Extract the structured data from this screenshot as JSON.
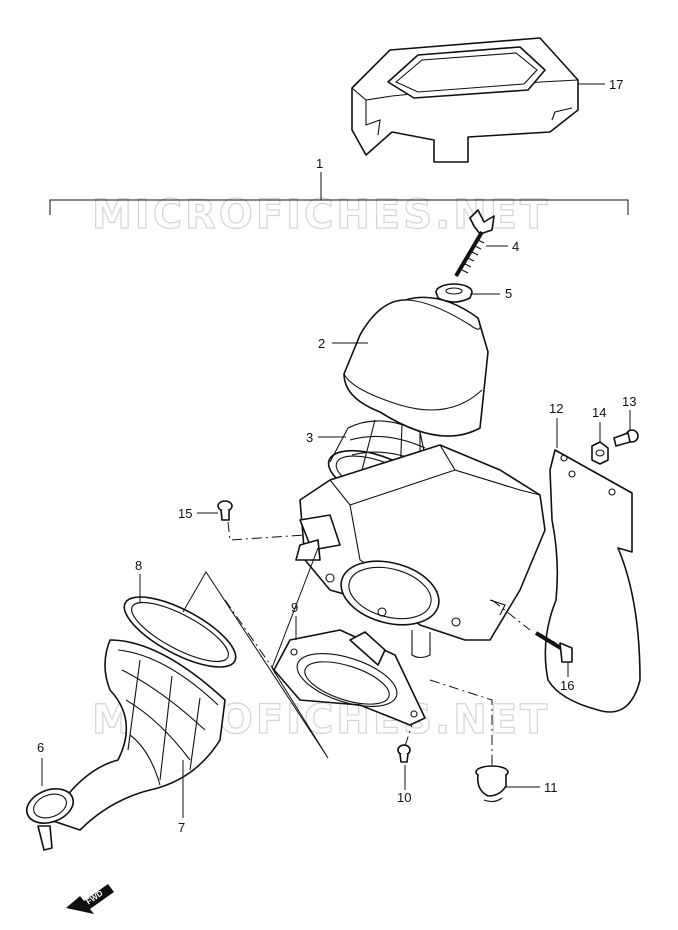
{
  "watermark": "MICROFICHES.NET",
  "direction_arrow": {
    "text": "FWD"
  },
  "callouts": [
    {
      "id": "callout-1",
      "text": "1"
    },
    {
      "id": "callout-2",
      "text": "2"
    },
    {
      "id": "callout-3",
      "text": "3"
    },
    {
      "id": "callout-4",
      "text": "4"
    },
    {
      "id": "callout-5",
      "text": "5"
    },
    {
      "id": "callout-6",
      "text": "6"
    },
    {
      "id": "callout-7",
      "text": "7"
    },
    {
      "id": "callout-8",
      "text": "8"
    },
    {
      "id": "callout-9",
      "text": "9"
    },
    {
      "id": "callout-10",
      "text": "10"
    },
    {
      "id": "callout-11",
      "text": "11"
    },
    {
      "id": "callout-12",
      "text": "12"
    },
    {
      "id": "callout-13",
      "text": "13"
    },
    {
      "id": "callout-14",
      "text": "14"
    },
    {
      "id": "callout-15",
      "text": "15"
    },
    {
      "id": "callout-16",
      "text": "16"
    },
    {
      "id": "callout-17",
      "text": "17"
    }
  ]
}
